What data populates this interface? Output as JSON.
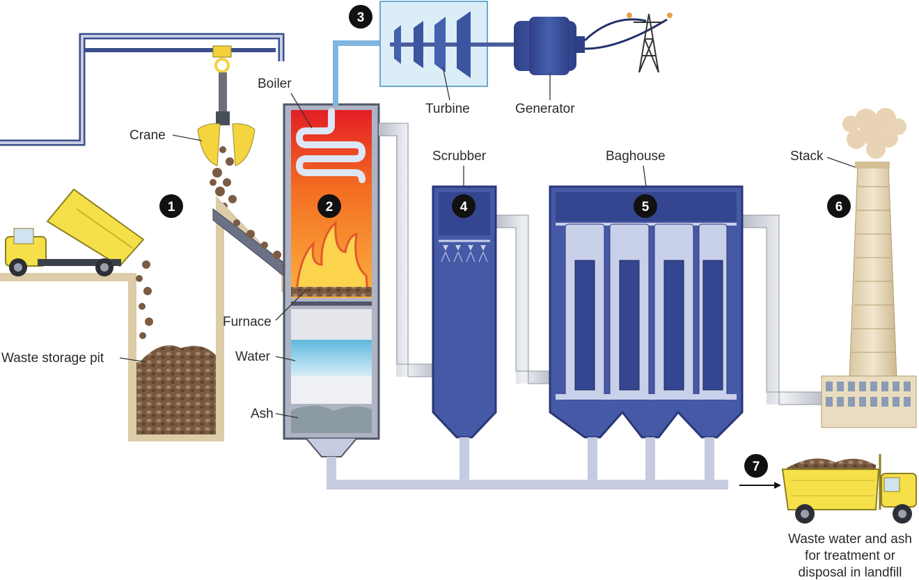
{
  "labels": {
    "boiler": "Boiler",
    "crane": "Crane",
    "turbine": "Turbine",
    "generator": "Generator",
    "scrubber": "Scrubber",
    "baghouse": "Baghouse",
    "stack": "Stack",
    "furnace": "Furnace",
    "water": "Water",
    "ash": "Ash",
    "waste_storage_pit": "Waste storage pit",
    "output_line1": "Waste water and ash",
    "output_line2": "for treatment or",
    "output_line3": "disposal in landfill"
  },
  "steps": [
    "1",
    "2",
    "3",
    "4",
    "5",
    "6",
    "7"
  ],
  "colors": {
    "pipe": "#cfd3dc",
    "equipment_blue": "#3a4f96",
    "furnace_red": "#e8262a",
    "flame_orange": "#f7941d",
    "truck_yellow": "#f5e04a",
    "stack_tan": "#e6d6b5",
    "waste_brown": "#8a6a4d"
  }
}
